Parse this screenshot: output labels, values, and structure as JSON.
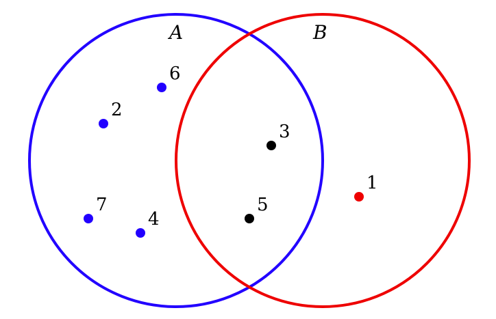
{
  "sets": {
    "A": {
      "label": "A",
      "color": "#2200ff"
    },
    "B": {
      "label": "B",
      "color": "#ee0000"
    }
  },
  "elements": [
    {
      "label": "6",
      "membership": "A only",
      "color": "#2200ff"
    },
    {
      "label": "2",
      "membership": "A only",
      "color": "#2200ff"
    },
    {
      "label": "7",
      "membership": "A only",
      "color": "#2200ff"
    },
    {
      "label": "4",
      "membership": "A only",
      "color": "#2200ff"
    },
    {
      "label": "3",
      "membership": "A and B",
      "color": "#000000"
    },
    {
      "label": "5",
      "membership": "A and B",
      "color": "#000000"
    },
    {
      "label": "1",
      "membership": "B only",
      "color": "#ee0000"
    }
  ]
}
